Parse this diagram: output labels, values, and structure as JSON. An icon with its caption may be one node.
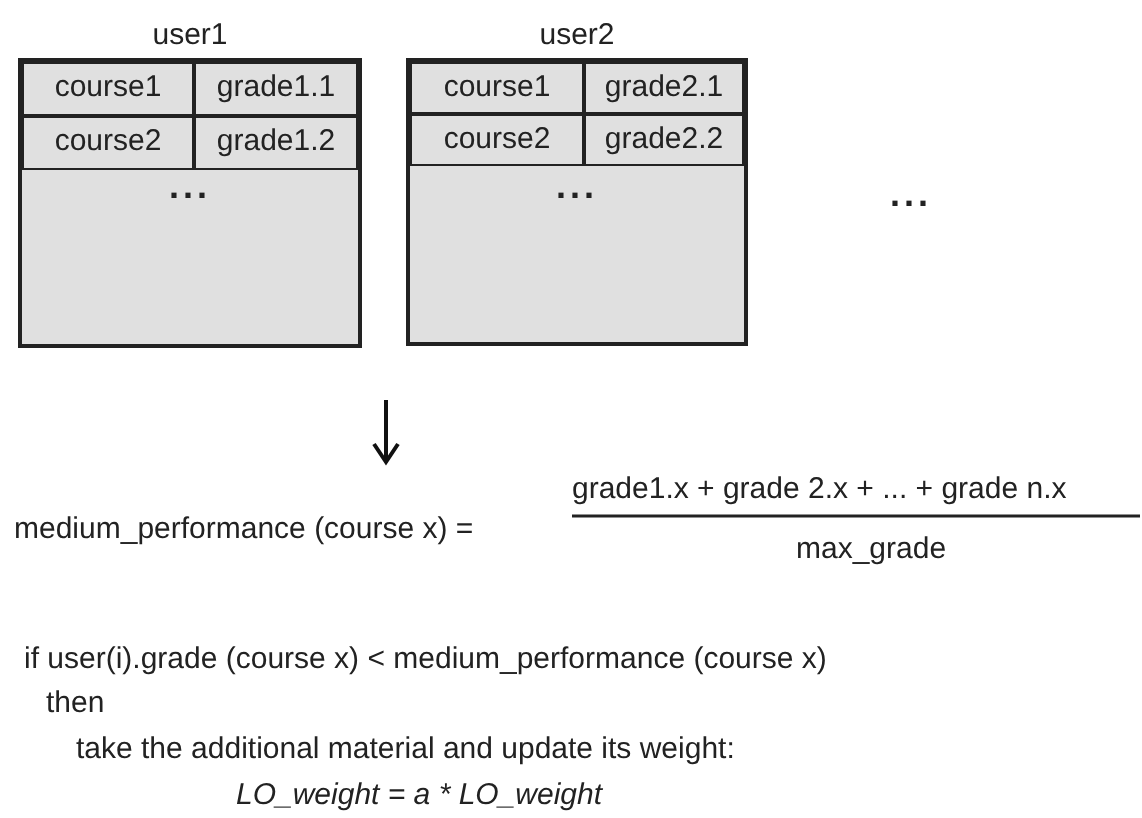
{
  "diagram": {
    "nodes": [
      {
        "text": [
          "user1",
          "..."
        ]
      },
      {
        "text": [
          "course1"
        ],
        "in": 0
      },
      {
        "text": [
          "grade1.1"
        ],
        "in": 0
      },
      {
        "text": [
          "course2"
        ],
        "in": 0
      },
      {
        "text": [
          "grade1.2"
        ],
        "in": 0
      },
      {
        "text": [
          "user2",
          "..."
        ]
      },
      {
        "text": [
          "course1"
        ],
        "in": 5
      },
      {
        "text": [
          "grade2.1"
        ],
        "in": 5
      },
      {
        "text": [
          "course2"
        ],
        "in": 5
      },
      {
        "text": [
          "grade2.2"
        ],
        "in": 5
      }
    ],
    "labels": [
      "...",
      "medium_performance (course x) =",
      "grade1.x + grade 2.x + ... + grade n.x",
      "max_grade",
      "if user(i).grade (course x) < medium_performance (course x)",
      "then",
      "take the additional material and update its weight:",
      "LO_weight = a * LO_weight"
    ]
  }
}
